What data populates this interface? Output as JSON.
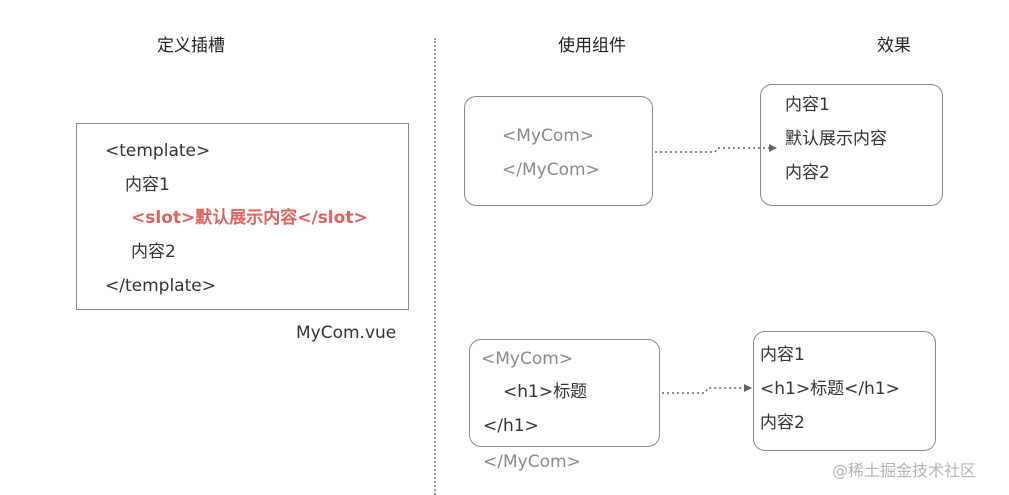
{
  "headings": {
    "define_slot": "定义插槽",
    "use_component": "使用组件",
    "effect": "效果"
  },
  "definition": {
    "lines": [
      "<template>",
      "内容1",
      "<slot>默认展示内容</slot>",
      "内容2",
      "</template>"
    ],
    "filename": "MyCom.vue",
    "slot_color": "#e0625e"
  },
  "example1": {
    "usage": [
      "<MyCom>",
      "</MyCom>"
    ],
    "result": [
      "内容1",
      "默认展示内容",
      "内容2"
    ]
  },
  "example2": {
    "usage": [
      "<MyCom>",
      "<h1>标题",
      "</h1>",
      "</MyCom>"
    ],
    "result": [
      "内容1",
      "<h1>标题</h1>",
      "内容2"
    ]
  },
  "watermark": "@稀土掘金技术社区",
  "colors": {
    "box_border": "#888888",
    "muted_text": "#8a8a8a",
    "arrow": "#666666"
  }
}
